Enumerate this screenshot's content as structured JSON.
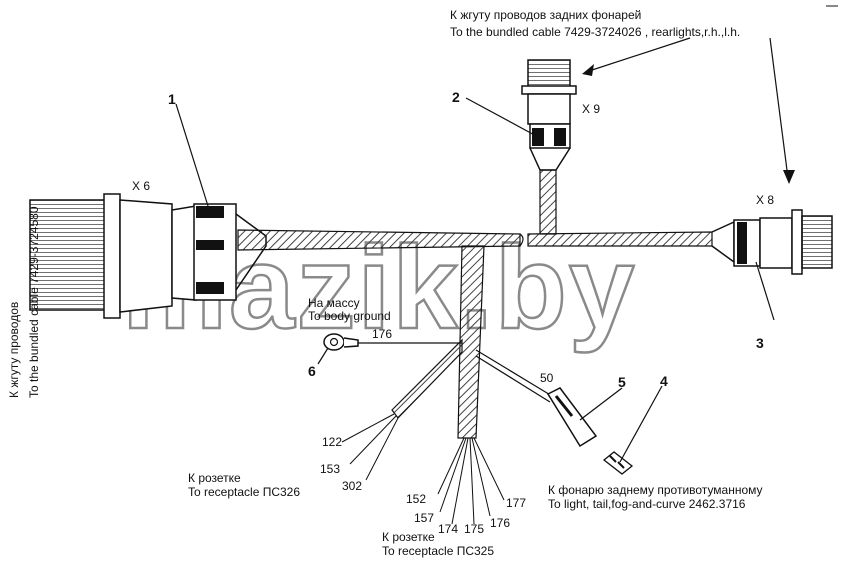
{
  "watermark": "mazik.by",
  "labels": {
    "rear_lights_ru": "К жгуту проводов задних фонарей",
    "rear_lights_en": "To the bundled cable 7429-3724026  , rearlights,r.h.,l.h.",
    "left_cable_ru": "К жгуту проводов",
    "left_cable_en": "To the bundled cable 7429-3724580",
    "ground_ru": "На массу",
    "ground_en": "To body ground",
    "receptacle326_ru": "К розетке",
    "receptacle326_en": "To receptacle ПС326",
    "receptacle325_ru": "К розетке",
    "receptacle325_en": "To receptacle ПС325",
    "foglight_ru": "К фонарю заднему противотуманному",
    "foglight_en": "To light, tail,fog-and-curve 2462.3716"
  },
  "connectors": {
    "x6": "X 6",
    "x8": "X 8",
    "x9": "X 9"
  },
  "callouts": {
    "c1": "1",
    "c2": "2",
    "c3": "3",
    "c4": "4",
    "c5": "5",
    "c6": "6"
  },
  "wires": {
    "w176_ground": "176",
    "w50": "50",
    "w122": "122",
    "w153": "153",
    "w302": "302",
    "w152": "152",
    "w157": "157",
    "w174": "174",
    "w175": "175",
    "w176": "176",
    "w177": "177"
  },
  "colors": {
    "line": "#111111",
    "watermark": "#8a8a8a",
    "hatch": "#444444"
  }
}
